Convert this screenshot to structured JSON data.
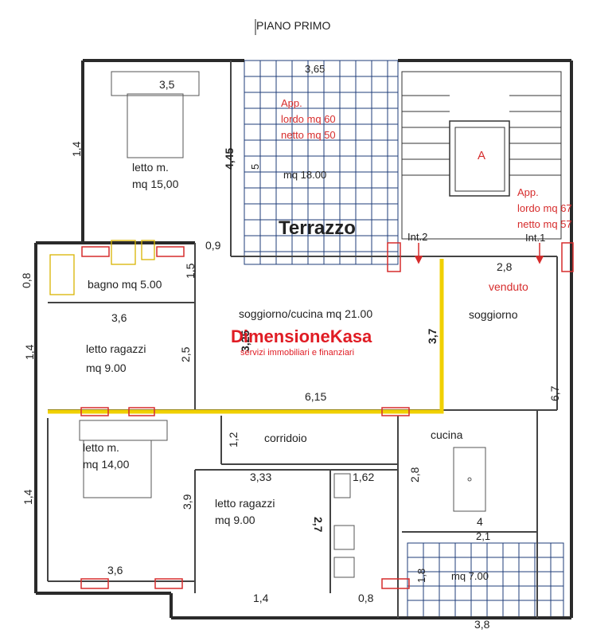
{
  "title": "PIANO PRIMO",
  "terrace": {
    "name": "Terrazzo",
    "area": "mq 18.00",
    "width": "3,65",
    "height": "5"
  },
  "apartment_a": {
    "label": "App.",
    "gross": "lordo mq 60",
    "net": "netto mq 50"
  },
  "apartment_b": {
    "label": "App.",
    "gross": "lordo mq 67",
    "net": "netto mq 57",
    "status": "venduto"
  },
  "stair_label": "A",
  "int2": "Int.2",
  "int1": "Int.1",
  "rooms": {
    "bedroom_top": {
      "name": "letto m.",
      "area": "mq 15,00",
      "w": "3,5",
      "h": "4,45"
    },
    "bath": {
      "name": "bagno mq 5.00",
      "h": "1,5"
    },
    "kids1": {
      "name": "letto ragazzi",
      "area": "mq 9.00",
      "w": "3,6",
      "h": "2,5"
    },
    "living": {
      "name": "soggiorno/cucina mq 21.00",
      "w": "6,15",
      "h1": "3,25",
      "h2": "3,7"
    },
    "soggiorno": {
      "name": "soggiorno",
      "w": "2,8",
      "h": "6,7"
    },
    "cucina": {
      "name": "cucina",
      "h": "2,8",
      "w": "4"
    },
    "corridor": {
      "name": "corridoio",
      "h": "1,2"
    },
    "bedroom_bottom": {
      "name": "letto m.",
      "area": "mq 14,00",
      "h": "3,9",
      "w": "3,6"
    },
    "kids2": {
      "name": "letto ragazzi",
      "area": "mq 9.00",
      "w": "3,33",
      "h": "2,7"
    },
    "closet_w": "1,62",
    "small_terrace": {
      "area": "mq 7.00",
      "w_top": "2,1",
      "h": "1,8",
      "w_bottom": "3,8"
    }
  },
  "dims": {
    "left_top": "1,4",
    "left_bath": "0,8",
    "left_mid": "1,4",
    "left_bottom": "1,4",
    "top_gap": "0,9",
    "bottom_a": "1,4",
    "bottom_b": "0,8"
  },
  "watermark": {
    "brand": "DimensioneKasa",
    "tagline": "servizi immobiliari e finanziari"
  }
}
